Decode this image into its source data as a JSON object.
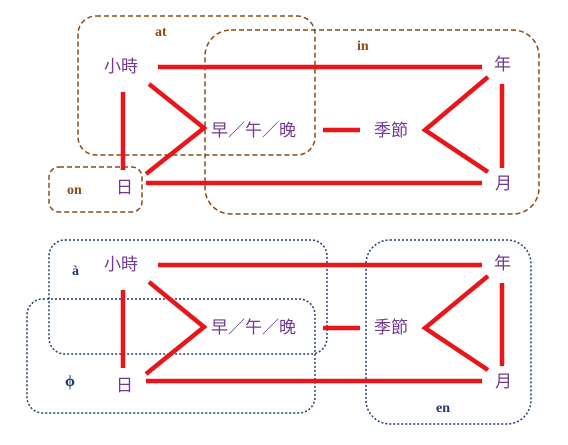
{
  "colors": {
    "edge": "#e8151b",
    "node_text": "#6f3a8f",
    "group_top": "#8a4a14",
    "group_bottom": "#1f3b6a"
  },
  "top_diagram": {
    "nodes": {
      "hour": "小時",
      "day": "日",
      "part_of_day": "早／午／晚",
      "season": "季節",
      "year": "年",
      "month": "月"
    },
    "groups": {
      "at": "at",
      "in": "in",
      "on": "on"
    }
  },
  "bottom_diagram": {
    "nodes": {
      "hour": "小時",
      "day": "日",
      "part_of_day": "早／午／晚",
      "season": "季節",
      "year": "年",
      "month": "月"
    },
    "groups": {
      "a": "à",
      "phi": "ϕ",
      "en": "en"
    }
  }
}
